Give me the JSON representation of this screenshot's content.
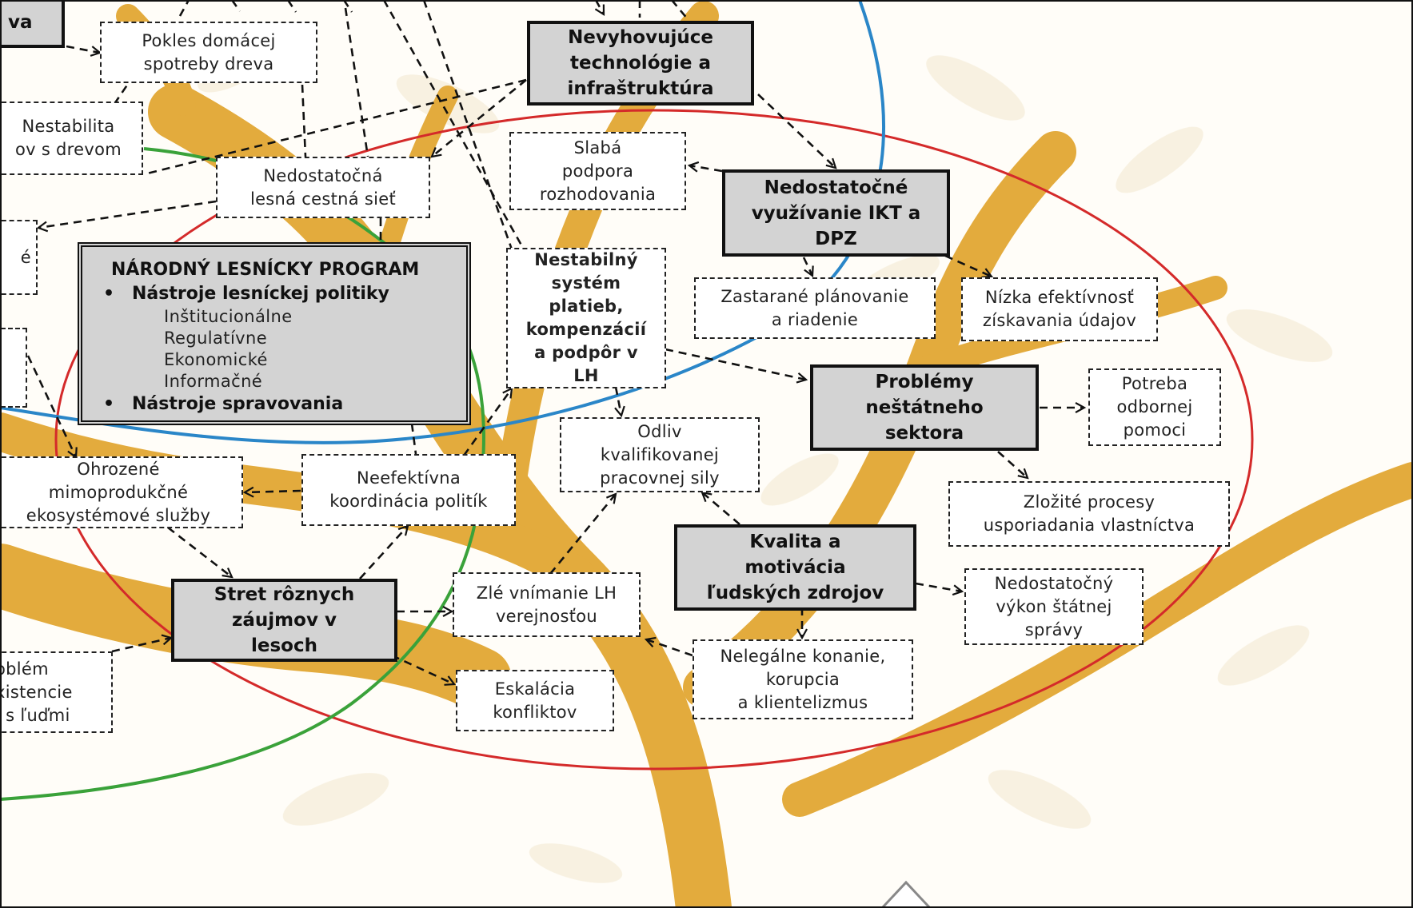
{
  "colors": {
    "tree": "#e3ab3d",
    "red_circle": "#d42a2a",
    "blue_circle": "#2a86c8",
    "green_circle": "#3aa23a",
    "solid_box_fill": "#d3d3d3"
  },
  "nodes": {
    "va_fragment": "va",
    "pokles": [
      "Pokles domácej",
      "spotreby dreva"
    ],
    "nevyhovujuce": [
      "Nevyhovujúce",
      "technológie a",
      "infraštruktúra"
    ],
    "nestabilita": [
      "Nestabilita",
      "ov s drevom"
    ],
    "nedostatocna_siet": [
      "Nedostatočná",
      "lesná cestná sieť"
    ],
    "slaba_podpora": [
      "Slabá",
      "podpora",
      "rozhodovania"
    ],
    "nedostatocne_ikt": [
      "Nedostatočné",
      "využívanie IKT a",
      "DPZ"
    ],
    "left_fragment_e": "é",
    "npl": {
      "title": "NÁRODNÝ LESNÍCKY PROGRAM",
      "bullet1": "Nástroje lesníckej politiky",
      "sub": [
        "Inštitucionálne",
        "Regulatívne",
        "Ekonomické",
        "Informačné"
      ],
      "bullet2": "Nástroje spravovania"
    },
    "nestabilny_system": [
      "Nestabilný",
      "systém",
      "platieb,",
      "kompenzácií",
      "a podpôr v",
      "LH"
    ],
    "zastarane": [
      "Zastarané plánovanie",
      "a riadenie"
    ],
    "nizka": [
      "Nízka efektívnosť",
      "získavania údajov"
    ],
    "problemy": [
      "Problémy",
      "neštátneho",
      "sektora"
    ],
    "potreba": [
      "Potreba",
      "odbornej",
      "pomoci"
    ],
    "odliv": [
      "Odliv",
      "kvalifikovanej",
      "pracovnej sily"
    ],
    "ohrozene": [
      "Ohrozené",
      "mimoprodukčné",
      "ekosystémové služby"
    ],
    "neefektivna": [
      "Neefektívna",
      "koordinácia politík"
    ],
    "zlozite": [
      "Zložité procesy",
      "usporiadania vlastníctva"
    ],
    "kvalita": [
      "Kvalita a",
      "motivácia",
      "ľudských zdrojov"
    ],
    "stret": [
      "Stret rôznych",
      "záujmov v",
      "lesoch"
    ],
    "zle_vnimanie": [
      "Zlé vnímanie LH",
      "verejnosťou"
    ],
    "nedostatocny_vykon": [
      "Nedostatočný",
      "výkon štátnej",
      "správy"
    ],
    "nelegalne": [
      "Nelegálne konanie,",
      "korupcia",
      "a  klientelizmus"
    ],
    "problem_koexistencie": [
      "oblém",
      "xistencie",
      "i s ľuďmi"
    ],
    "eskalacia": [
      "Eskalácia",
      "konfliktov"
    ]
  }
}
